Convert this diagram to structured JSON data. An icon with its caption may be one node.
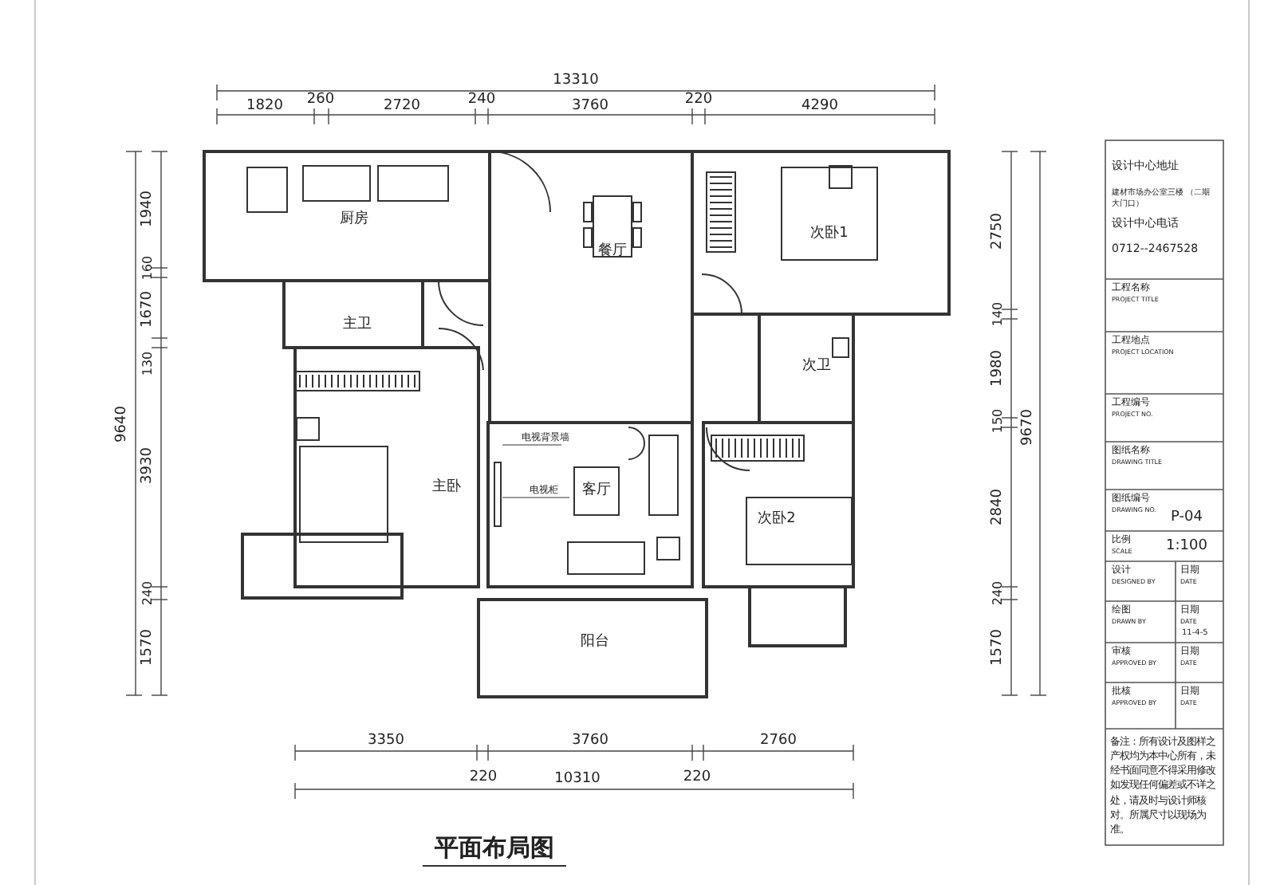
{
  "diagram": {
    "title": "平面布局图",
    "nodes": [
      {
        "text": [
          "电视背景墙"
        ]
      },
      {
        "text": [
          "电视柜"
        ]
      }
    ],
    "edges": [
      {
        "from": 0,
        "to": null,
        "arrow": "none"
      },
      {
        "from": 1,
        "to": null,
        "arrow": "none"
      }
    ],
    "labels": [
      "13310",
      "1820",
      "260",
      "2720",
      "240",
      "3760",
      "220",
      "4290",
      "设计中心地址",
      "建材市场办公室三楼 （二期大门口）",
      "设计中心电话",
      "0712--2467528",
      "9640",
      "1940",
      "160",
      "1670",
      "130",
      "3930",
      "240",
      "1570",
      "厨房",
      "餐厅",
      "次卧1",
      "主卫",
      "次卫",
      "主卧",
      "客厅",
      "次卧2",
      "阳台",
      "2750",
      "140",
      "1980",
      "150",
      "9670",
      "2840",
      "240",
      "1570",
      "3350",
      "3760",
      "2760",
      "220",
      "10310",
      "220",
      "工程名称",
      "PROJECT TITLE",
      "工程地点",
      "PROJECT LOCATION",
      "工程编号",
      "PROJECT NO.",
      "图纸名称",
      "DRAWING TITLE",
      "图纸编号",
      "DRAWING NO.",
      "P-04",
      "比例",
      "SCALE",
      "1:100",
      "设计",
      "DESIGNED BY",
      "日期",
      "DATE",
      "绘图",
      "DRAWN BY",
      "日期",
      "DATE",
      "11-4-5",
      "审核",
      "APPROVED BY",
      "日期",
      "DATE",
      "批核",
      "APPROVED BY",
      "日期",
      "DATE",
      "备注：所有设计及图样之产权均为本中心所有，未经书面同意不得采用修改如发现任何偏差或不详之处，请及时与设计师核对。所属尺寸以现场为准。"
    ]
  }
}
